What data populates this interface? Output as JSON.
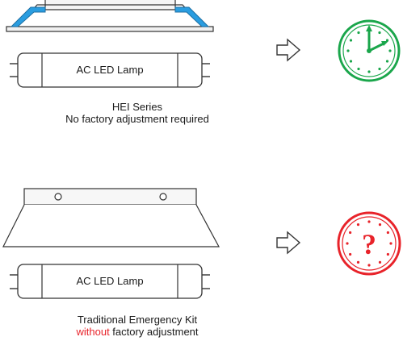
{
  "top": {
    "lamp_label": "AC LED Lamp",
    "caption_line1": "HEI Series",
    "caption_line2": "No factory adjustment required"
  },
  "bottom": {
    "lamp_label": "AC LED Lamp",
    "caption_line1": "Traditional Emergency Kit",
    "caption_word_highlight": "without",
    "caption_rest": " factory adjustment"
  },
  "icons": {
    "top_clock": "clock-icon",
    "bottom_clock": "question-clock-icon",
    "arrow": "right-arrow-icon"
  },
  "colors": {
    "blue_clip": "#2a9de0",
    "green_clock": "#1aa64b",
    "red_clock": "#e8232a",
    "stroke": "#333333"
  }
}
